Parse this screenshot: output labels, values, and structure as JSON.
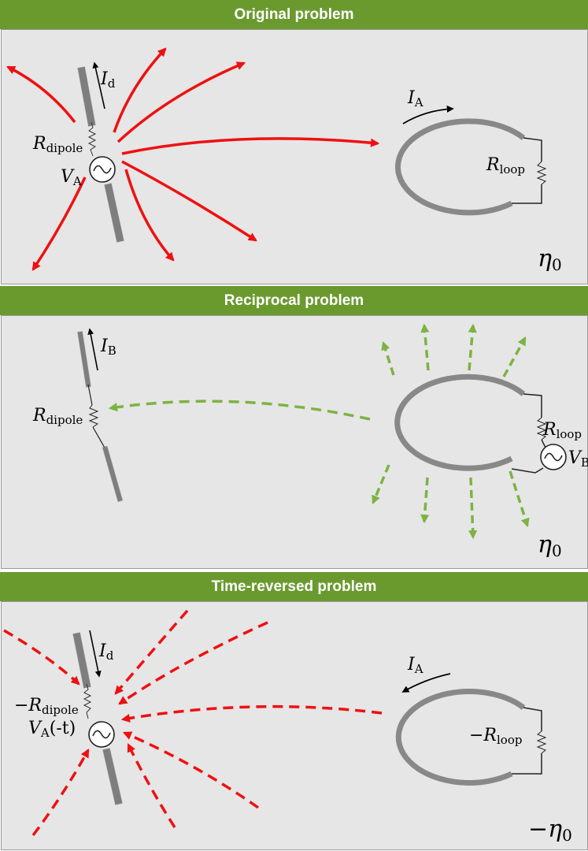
{
  "panels": [
    {
      "title": "Original problem",
      "labels": {
        "i_sym": "I",
        "i_sub": "d",
        "r_dipole_sym": "R",
        "r_dipole_sub": "dipole",
        "v_sym": "V",
        "v_sub": "A",
        "i_loop_sym": "I",
        "i_loop_sub": "A",
        "r_loop_sym": "R",
        "r_loop_sub": "loop",
        "eta_sym": "η",
        "eta_sub": "0"
      }
    },
    {
      "title": "Reciprocal problem",
      "labels": {
        "i_sym": "I",
        "i_sub": "B",
        "r_dipole_sym": "R",
        "r_dipole_sub": "dipole",
        "r_loop_sym": "R",
        "r_loop_sub": "loop",
        "v_sym": "V",
        "v_sub": "B",
        "eta_sym": "η",
        "eta_sub": "0"
      }
    },
    {
      "title": "Time-reversed problem",
      "labels": {
        "i_sym": "I",
        "i_sub": "d",
        "r_dipole_sym": "−R",
        "r_dipole_sub": "dipole",
        "v_sym": "V",
        "v_sub": "A",
        "v_arg": "(-t)",
        "i_loop_sym": "I",
        "i_loop_sub": "A",
        "r_loop_sym": "−R",
        "r_loop_sub": "loop",
        "eta_sym": "−η",
        "eta_sub": "0"
      }
    }
  ],
  "colors": {
    "header": "#6a9a2e",
    "panel": "#e6e6e6",
    "red_arrow": "#ee1111",
    "green_arrow": "#7cb342",
    "antenna": "#8c8c8c"
  }
}
